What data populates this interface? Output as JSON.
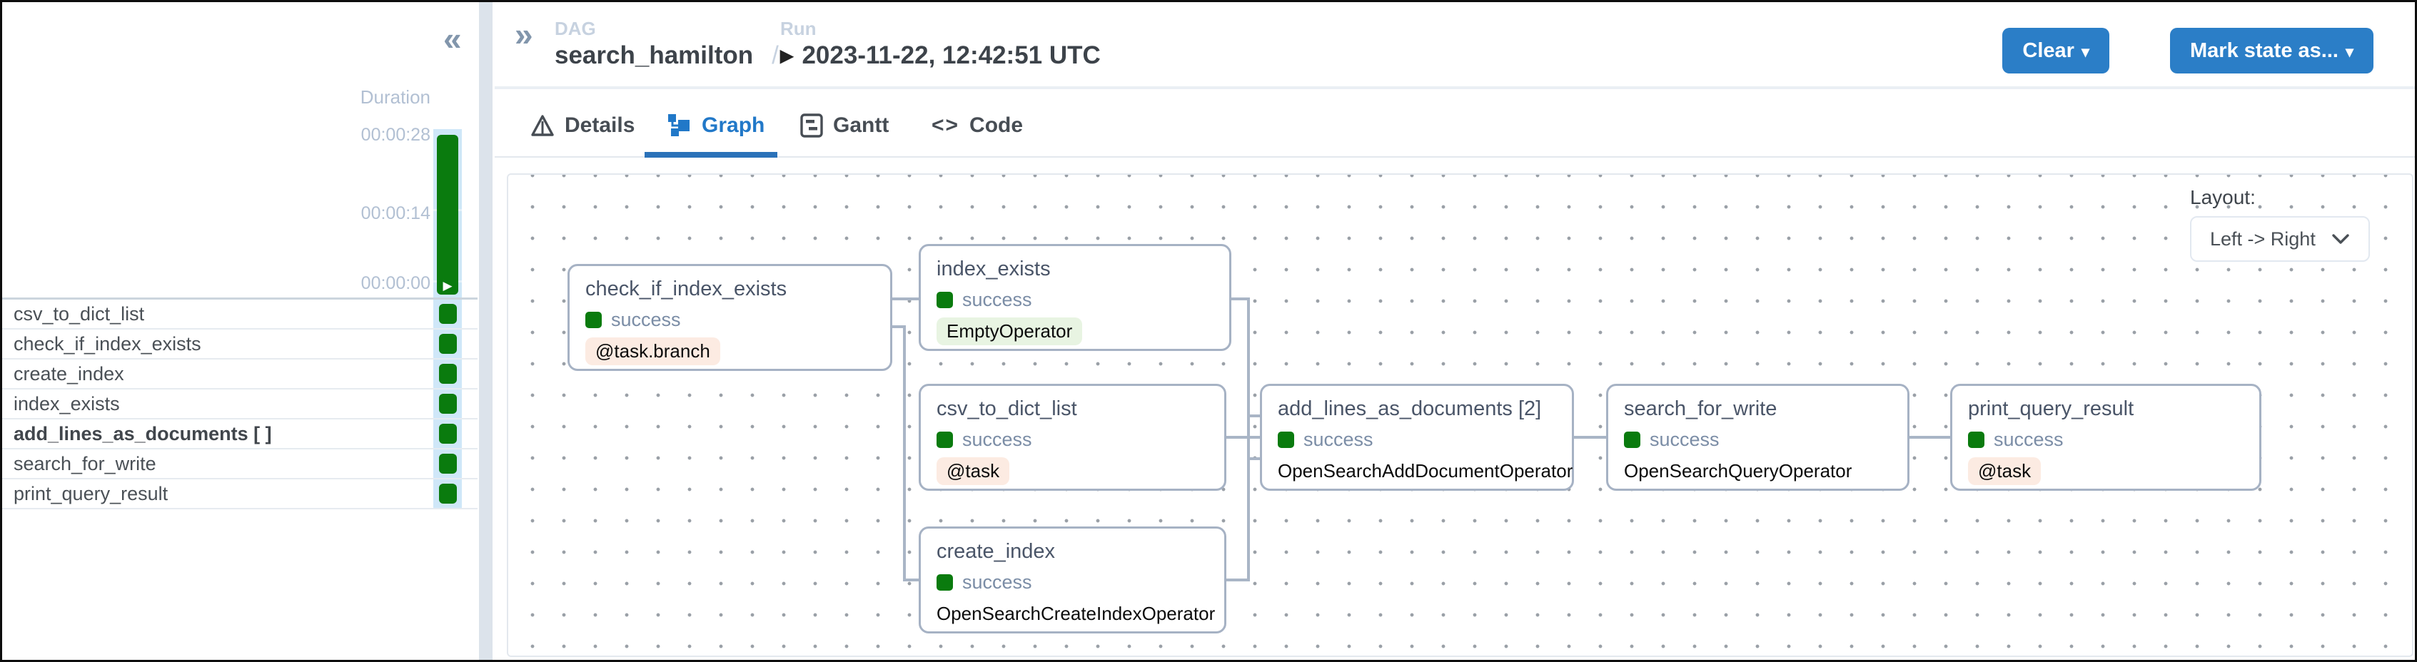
{
  "sidebar": {
    "collapse_icon": "«",
    "duration_label": "Duration",
    "axis_ticks": [
      "00:00:28",
      "00:00:14",
      "00:00:00"
    ],
    "run_type_icon": "▶",
    "tasks": [
      {
        "name": "csv_to_dict_list",
        "state": "success"
      },
      {
        "name": "check_if_index_exists",
        "state": "success"
      },
      {
        "name": "create_index",
        "state": "success"
      },
      {
        "name": "index_exists",
        "state": "success"
      },
      {
        "name": "add_lines_as_documents [ ]",
        "state": "success"
      },
      {
        "name": "search_for_write",
        "state": "success"
      },
      {
        "name": "print_query_result",
        "state": "success"
      }
    ]
  },
  "header": {
    "expand_icon": "»",
    "dag_label": "DAG",
    "dag_name": "search_hamilton",
    "separator": "/",
    "run_label": "Run",
    "run_play_icon": "▶",
    "run_timestamp": "2023-11-22, 12:42:51 UTC",
    "clear_button": "Clear",
    "mark_state_button": "Mark state as...",
    "caret_icon": "▾"
  },
  "tabs": [
    {
      "label": "Details",
      "active": false
    },
    {
      "label": "Graph",
      "active": true
    },
    {
      "label": "Gantt",
      "active": false
    },
    {
      "label": "Code",
      "active": false
    }
  ],
  "code_icon_glyph": "<>",
  "graph": {
    "layout_label": "Layout:",
    "layout_value": "Left -> Right",
    "nodes": [
      {
        "title": "check_if_index_exists",
        "state": "success",
        "operator": "@task.branch",
        "badge": "pink"
      },
      {
        "title": "index_exists",
        "state": "success",
        "operator": "EmptyOperator",
        "badge": "green"
      },
      {
        "title": "csv_to_dict_list",
        "state": "success",
        "operator": "@task",
        "badge": "pink"
      },
      {
        "title": "create_index",
        "state": "success",
        "operator": "OpenSearchCreateIndexOperator",
        "badge": "none"
      },
      {
        "title": "add_lines_as_documents [2]",
        "state": "success",
        "operator": "OpenSearchAddDocumentOperator",
        "badge": "none"
      },
      {
        "title": "search_for_write",
        "state": "success",
        "operator": "OpenSearchQueryOperator",
        "badge": "none"
      },
      {
        "title": "print_query_result",
        "state": "success",
        "operator": "@task",
        "badge": "pink"
      }
    ],
    "edges": [
      {
        "from": "check_if_index_exists",
        "to": "index_exists"
      },
      {
        "from": "check_if_index_exists",
        "to": "create_index"
      },
      {
        "from": "index_exists",
        "to": "add_lines_as_documents"
      },
      {
        "from": "csv_to_dict_list",
        "to": "add_lines_as_documents"
      },
      {
        "from": "create_index",
        "to": "add_lines_as_documents"
      },
      {
        "from": "add_lines_as_documents",
        "to": "search_for_write"
      },
      {
        "from": "search_for_write",
        "to": "print_query_result"
      }
    ],
    "status_colors": {
      "success": "#0a7b0e"
    },
    "accent_blue": "#2b7ec7",
    "selected_run_highlight": "#cfe7f8"
  }
}
